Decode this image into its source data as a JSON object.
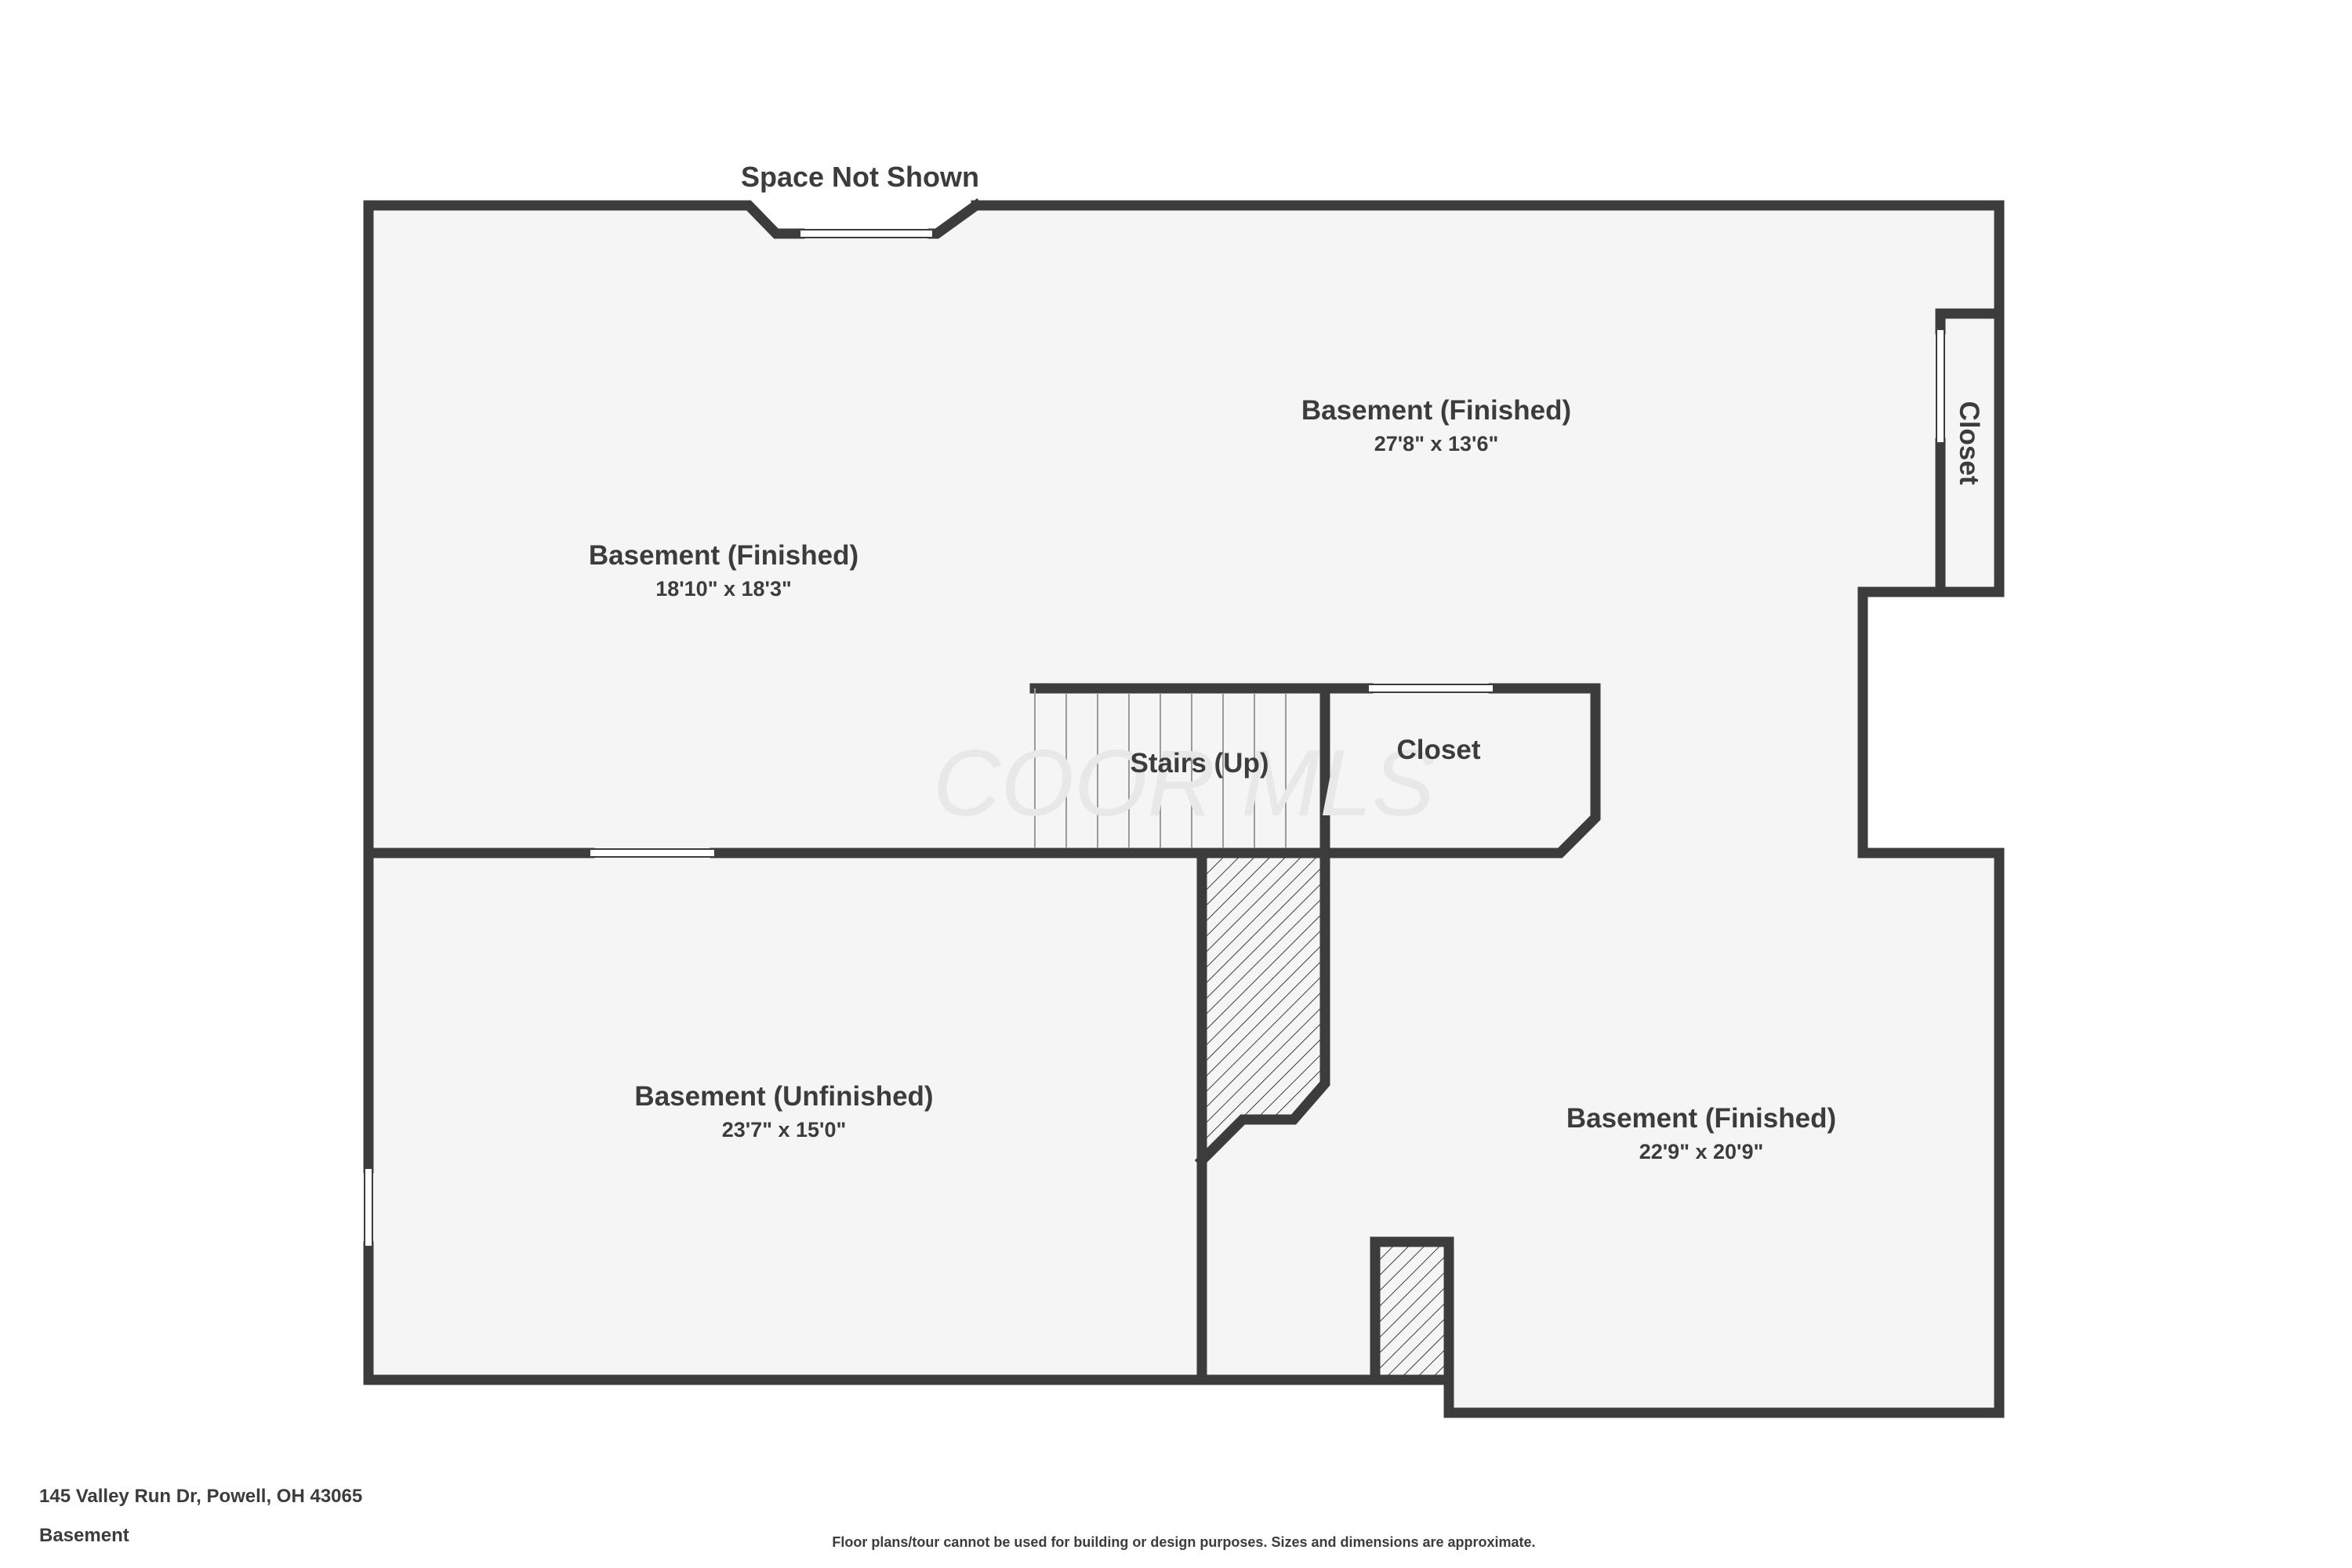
{
  "colors": {
    "wall": "#3c3c3c",
    "floor": "#f5f5f5",
    "background": "#ffffff",
    "text": "#3c3c3c"
  },
  "labels": {
    "space_not_shown": "Space Not Shown",
    "watermark": "COOR MLS"
  },
  "rooms": {
    "basement_left": {
      "name": "Basement (Finished)",
      "dims": "18'10\" x 18'3\""
    },
    "basement_top": {
      "name": "Basement (Finished)",
      "dims": "27'8\" x 13'6\""
    },
    "stairs": {
      "name": "Stairs (Up)"
    },
    "closet_center": {
      "name": "Closet"
    },
    "closet_right": {
      "name": "Closet"
    },
    "basement_unfinished": {
      "name": "Basement (Unfinished)",
      "dims": "23'7\" x 15'0\""
    },
    "basement_bottom_right": {
      "name": "Basement (Finished)",
      "dims": "22'9\" x 20'9\""
    }
  },
  "footer": {
    "address": "145 Valley Run Dr, Powell, OH 43065",
    "floor_name": "Basement",
    "disclaimer": "Floor plans/tour cannot be used for building or design purposes. Sizes and dimensions are approximate."
  }
}
